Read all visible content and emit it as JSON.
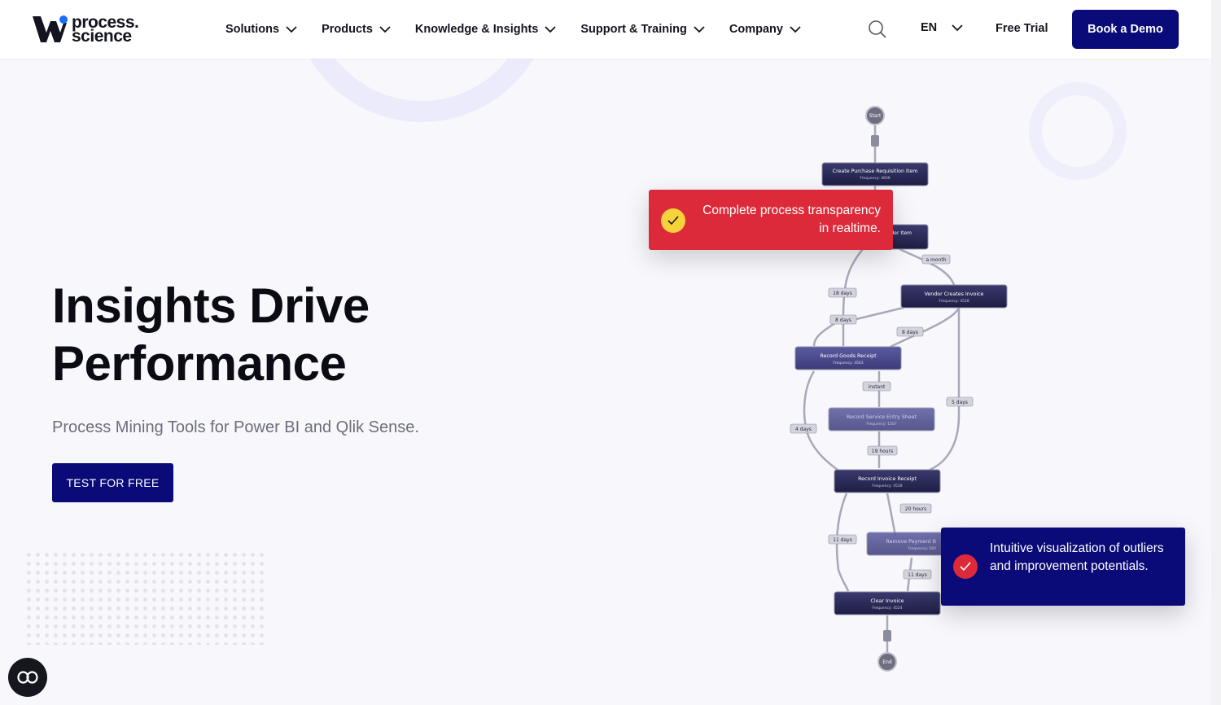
{
  "brand": {
    "line1": "process.",
    "line2": "science",
    "accent_color": "#1b6cff"
  },
  "nav": {
    "items": [
      {
        "label": "Solutions"
      },
      {
        "label": "Products"
      },
      {
        "label": "Knowledge & Insights"
      },
      {
        "label": "Support & Training"
      },
      {
        "label": "Company"
      }
    ],
    "language": "EN",
    "free_trial": "Free Trial",
    "book_demo": "Book a Demo"
  },
  "hero": {
    "title_line1": "Insights Drive",
    "title_line2": "Performance",
    "subtitle": "Process Mining Tools for Power BI and Qlik Sense.",
    "cta": "TEST FOR FREE"
  },
  "callouts": {
    "red": {
      "text": "Complete process transparency in realtime.",
      "color": "#dd2a3a"
    },
    "blue": {
      "text": "Intuitive visualization of outliers and improvement potentials.",
      "color": "#0a0a78"
    }
  },
  "process_map": {
    "start": "Start",
    "end": "End",
    "nodes": [
      {
        "name": "Create Purchase Requisition Item",
        "freq": "Frequency: 4606"
      },
      {
        "name": "der Item",
        "freq": ""
      },
      {
        "name": "Vendor Creates Invoice",
        "freq": "Frequency: 4528"
      },
      {
        "name": "Record Goods Receipt",
        "freq": "Frequency: 4563"
      },
      {
        "name": "Record Service Entry Sheet",
        "freq": "Frequency: 1507"
      },
      {
        "name": "Record Invoice Receipt",
        "freq": "Frequency: 4528"
      },
      {
        "name": "Remove Payment B",
        "freq": "Frequency: 580"
      },
      {
        "name": "Clear Invoice",
        "freq": "Frequency: 4524"
      }
    ],
    "edges": [
      "a month",
      "18 days",
      "8 days",
      "8 days",
      "instant",
      "5 days",
      "4 days",
      "19 hours",
      "20 hours",
      "11 days",
      "11 days"
    ]
  },
  "icons": {
    "search": "search-icon",
    "chevron": "chevron-down-icon",
    "check": "check-icon",
    "accessibility": "accessibility-icon"
  }
}
